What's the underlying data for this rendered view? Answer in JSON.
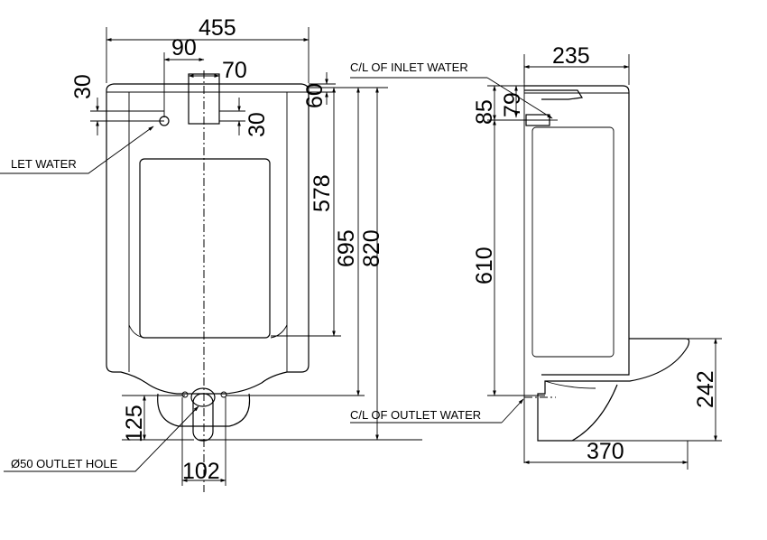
{
  "front_view": {
    "dims": {
      "overall_width": "455",
      "inlet_offset": "90",
      "top_inlet_width": "70",
      "left_top_offset": "30",
      "right_top_offset": "30",
      "top_60": "60",
      "height_578": "578",
      "height_695": "695",
      "height_820": "820",
      "outlet_height": "125",
      "outlet_width": "102"
    },
    "labels": {
      "inlet_water": "LET WATER",
      "outlet_hole": "Ø50 OUTLET HOLE"
    }
  },
  "side_view": {
    "dims": {
      "depth": "235",
      "top_85": "85",
      "top_79": "79",
      "height_610": "610",
      "height_242": "242",
      "projection": "370"
    },
    "labels": {
      "cl_inlet": "C/L OF INLET WATER",
      "cl_outlet": "C/L OF OUTLET WATER"
    }
  }
}
